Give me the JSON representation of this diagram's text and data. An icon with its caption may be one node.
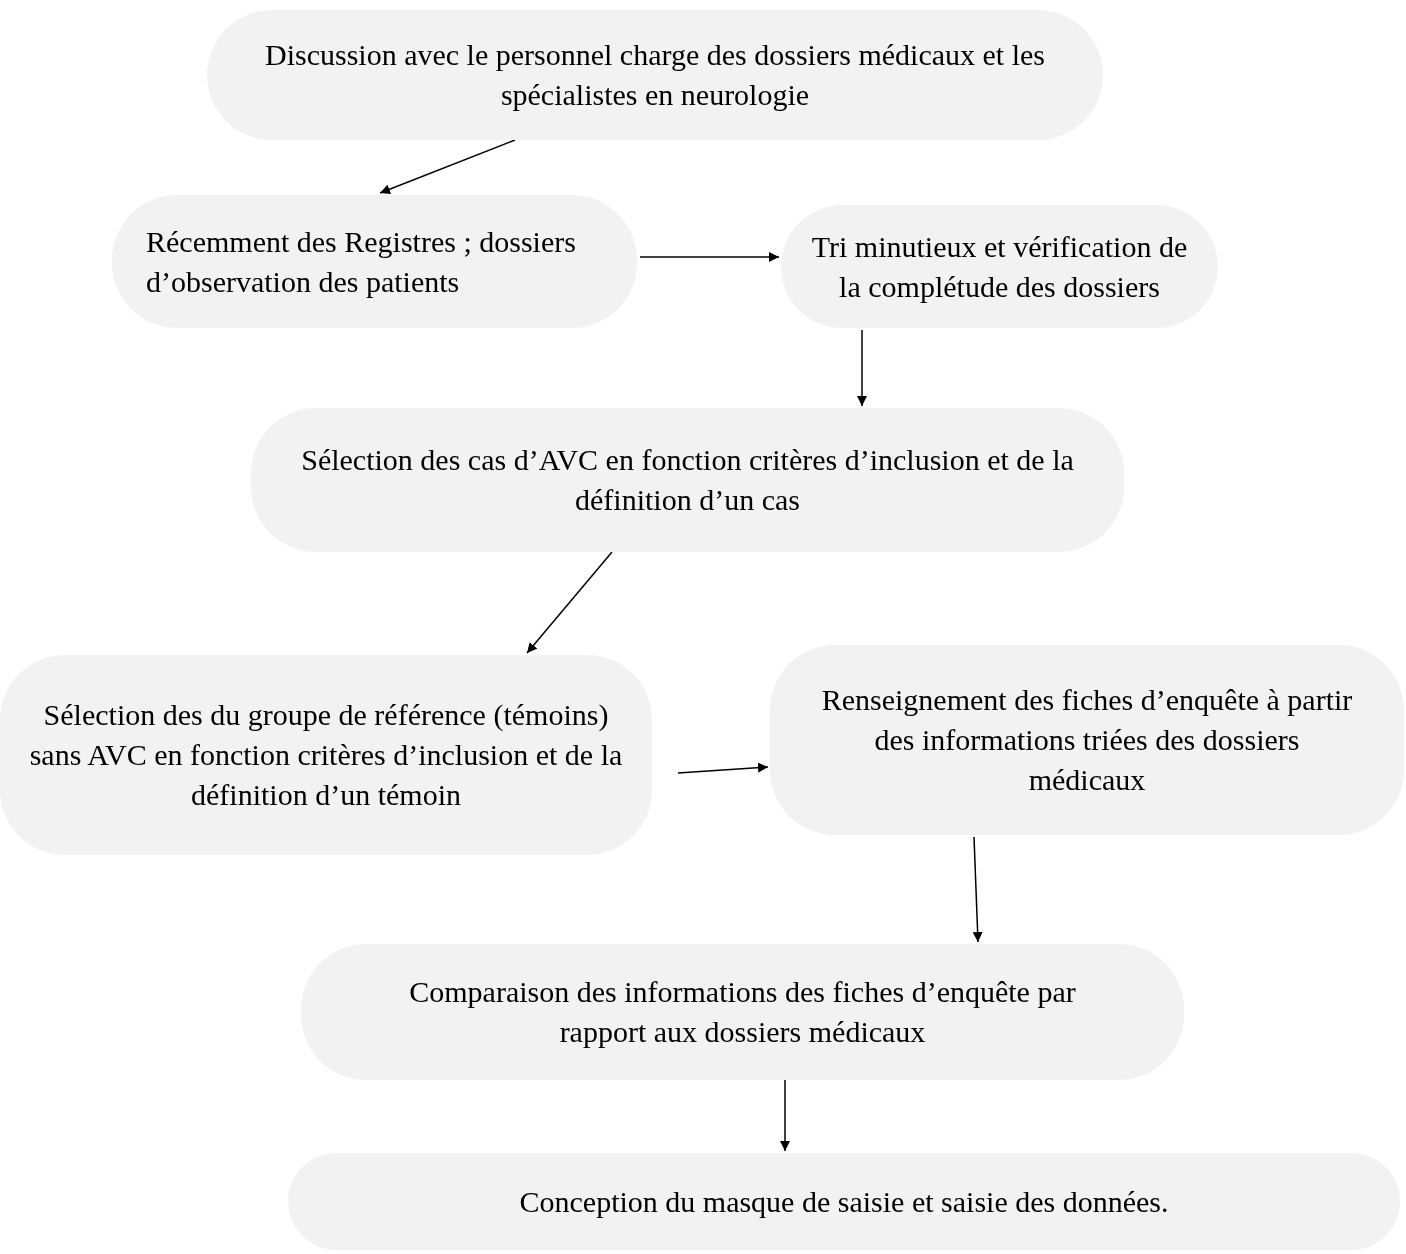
{
  "diagram": {
    "nodes": [
      {
        "text": [
          "Discussion avec le personnel charge des dossiers médicaux et les spécialistes en neurologie"
        ]
      },
      {
        "text": [
          "Récemment des Registres ; dossiers d’observation des patients"
        ]
      },
      {
        "text": [
          "Tri minutieux et vérification de la complétude des dossiers"
        ]
      },
      {
        "text": [
          "Sélection des cas d’AVC en fonction critères d’inclusion et de la définition d’un cas"
        ]
      },
      {
        "text": [
          "Sélection des du groupe de référence (témoins) sans AVC en fonction critères d’inclusion et de la définition d’un témoin"
        ]
      },
      {
        "text": [
          "Renseignement des fiches d’enquête à partir des informations triées des dossiers médicaux"
        ]
      },
      {
        "text": [
          "Comparaison des informations des fiches d’enquête par rapport aux dossiers médicaux"
        ]
      },
      {
        "text": [
          "Conception du masque de saisie et saisie des données."
        ]
      }
    ],
    "edges": [
      {
        "from": 0,
        "to": 1,
        "arrow": "to"
      },
      {
        "from": 1,
        "to": 2,
        "arrow": "to"
      },
      {
        "from": 2,
        "to": 3,
        "arrow": "to"
      },
      {
        "from": 3,
        "to": 4,
        "arrow": "to"
      },
      {
        "from": 4,
        "to": 5,
        "arrow": "to"
      },
      {
        "from": 5,
        "to": 6,
        "arrow": "to"
      },
      {
        "from": 6,
        "to": 7,
        "arrow": "to"
      }
    ]
  }
}
